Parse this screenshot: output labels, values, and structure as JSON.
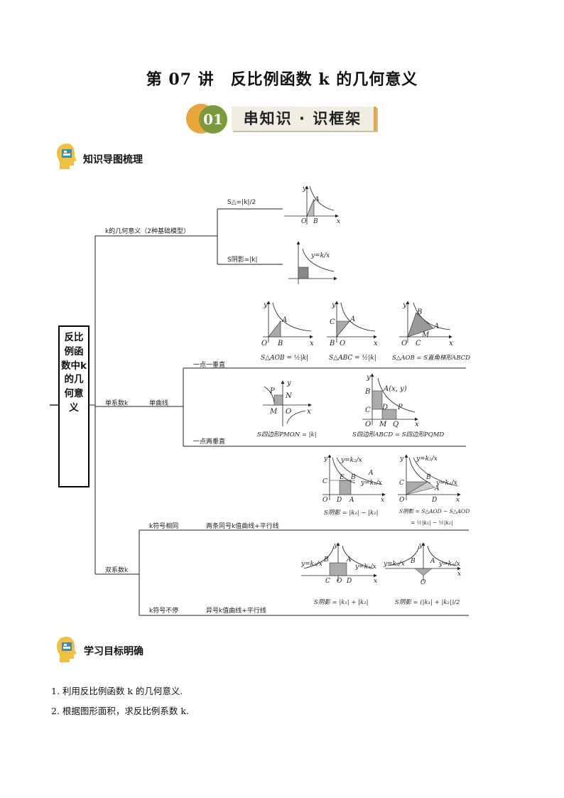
{
  "title": "第 07 讲　反比例函数 k 的几何意义",
  "banner": {
    "number": "01",
    "text": "串知识 · 识框架"
  },
  "sections": {
    "mindmap_label": "知识导图梳理",
    "goals_label": "学习目标明确"
  },
  "mindmap": {
    "root": "反比例函数中k的几何意义",
    "branch_k_meaning": "k的几何意义（2种基础模型）",
    "leaf_s_triangle": "S△=|k|/2",
    "leaf_s_shaded": "S阴影=|k|",
    "branch_single": "单系数k",
    "branch_single_curve": "单曲线",
    "leaf_one_perp": "一点一垂直",
    "leaf_two_perp": "一点两垂直",
    "branch_double": "双系数k",
    "leaf_same_sign": "k符号相同",
    "leaf_same_sign_desc": "两条同号k值曲线+平行线",
    "leaf_diff_sign": "k符号不停",
    "leaf_diff_sign_desc": "异号k值曲线+平行线"
  },
  "figures": {
    "f1": {
      "y": "y",
      "a": "A",
      "o": "O",
      "b": "B",
      "x": "x"
    },
    "f2": {
      "eq": "y=k/x"
    },
    "f3": {
      "y": "y",
      "a": "A",
      "o": "O",
      "b": "B",
      "x": "x",
      "formula": "S△AOB = ½|k|"
    },
    "f4": {
      "y": "y",
      "c": "C",
      "a": "A",
      "b": "B",
      "o": "O",
      "x": "x",
      "formula": "S△ABC = ½|k|"
    },
    "f5": {
      "y": "y",
      "b": "B",
      "a": "A",
      "m": "M",
      "o": "O",
      "c": "C",
      "x": "x",
      "formula": "S△AOB = S直角梯形ABCD"
    },
    "f6": {
      "y": "y",
      "p": "P",
      "n": "N",
      "m": "M",
      "o": "O",
      "x": "x",
      "formula": "S四边形PMON = |k|"
    },
    "f7": {
      "y": "y",
      "b": "B",
      "a": "A(x, y)",
      "d": "D",
      "p": "P",
      "c": "C",
      "o": "O",
      "m": "M",
      "q": "Q",
      "x": "x",
      "formula": "S四边形ABCD = S四边形PQMD"
    },
    "f8": {
      "y": "y",
      "eq1": "y=k₂/x",
      "eq2": "y=k₁/x",
      "c": "C",
      "e": "E",
      "b": "B",
      "a": "A",
      "o": "O",
      "d": "D",
      "x": "x",
      "formula": "S阴影 = |k₁| − |k₂|"
    },
    "f9": {
      "y": "y",
      "eq1": "y=k₂/x",
      "eq2": "y=k₁/x",
      "c": "C",
      "b": "B",
      "a": "A",
      "o": "O",
      "d": "D",
      "x": "x",
      "formula1": "S阴影 = S△AOD − S△AOD",
      "formula2": "= ½|k₁| − ½|k₂|"
    },
    "f10": {
      "y": "y",
      "eq1": "y=k₂/x",
      "eq2": "y=k₁/x",
      "b": "B",
      "a": "A",
      "c": "C",
      "o": "O",
      "d": "D",
      "x": "x",
      "formula": "S阴影 = |k₁| + |k₂|"
    },
    "f11": {
      "y": "y",
      "eq1": "y=k₂/x",
      "eq2": "y=k₁/x",
      "b": "B",
      "a": "A",
      "o": "O",
      "x": "x",
      "formula": "S阴影 = (|k₁| + |k₂|)/2"
    }
  },
  "goals": [
    "1. 利用反比例函数 k 的几何意义.",
    "2. 根据图形面积，求反比例系数 k."
  ]
}
